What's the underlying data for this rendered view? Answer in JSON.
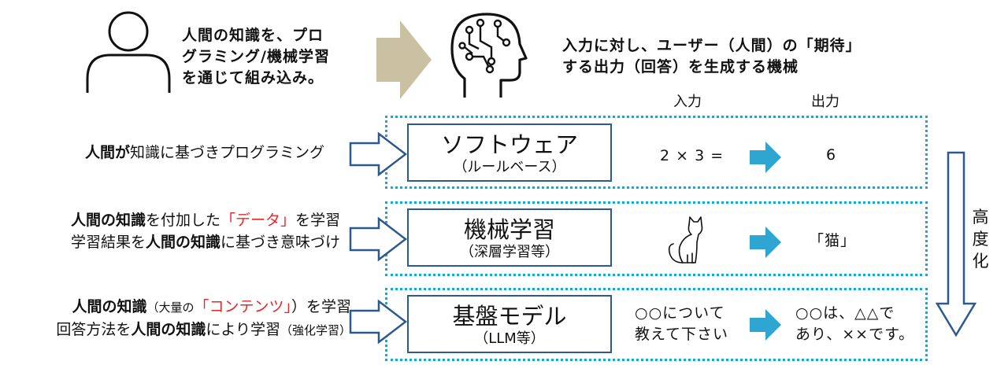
{
  "top": {
    "human_text": [
      "人間の知識を、プロ",
      "グラミング/機械学習",
      "を通じて組み込み。"
    ],
    "machine_text": [
      "入力に対し、ユーザー（人間）の「期待」",
      "する出力（回答）を生成する機械"
    ],
    "input_header": "入力",
    "output_header": "出力"
  },
  "rows": [
    {
      "left_line1": {
        "bold": "人間が",
        "normal": "知識に基づきプログラミング"
      },
      "model_title": "ソフトウェア",
      "model_sub": "（ルールベース）",
      "input": "2 × 3 =",
      "output": "6"
    },
    {
      "left_line1": {
        "bold": "人間の知識",
        "normal": "を付加した",
        "red": "「データ」",
        "tail": "を学習"
      },
      "left_line2": {
        "normal1": "学習結果を",
        "bold": "人間の知識",
        "normal2": "に基づき意味づけ"
      },
      "model_title": "機械学習",
      "model_sub": "（深層学習等）",
      "input_icon": "cat-icon",
      "output": "「猫」"
    },
    {
      "left_line1": {
        "bold": "人間の知識",
        "small": "（大量の",
        "red": "「コンテンツ」",
        "tail": "）を学習"
      },
      "left_line2": {
        "normal1": "回答方法を",
        "bold": "人間の知識",
        "normal2": "により学習",
        "small": "（強化学習）"
      },
      "model_title": "基盤モデル",
      "model_sub": "（LLM等）",
      "input_lines": [
        "○○について",
        "教えて下さい"
      ],
      "output_lines": [
        "○○は、△△で",
        "あり、××です。"
      ]
    }
  ],
  "side_label": [
    "高",
    "度",
    "化"
  ],
  "colors": {
    "dotted_border": "#1aa6d3",
    "model_border": "#2a5a8f",
    "highlight_red": "#e8262a",
    "big_arrow": "#c9c1a1",
    "small_arrow": "#2fa6d2"
  }
}
